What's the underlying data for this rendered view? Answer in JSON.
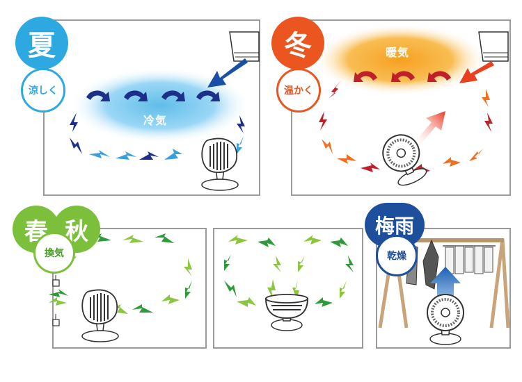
{
  "colors": {
    "summer": "#2ea8e0",
    "winter": "#ea5520",
    "spring": "#7cbf3a",
    "rainy": "#1d4f9c",
    "cool_glow": "#8fd2f4",
    "warm_glow": "#f7a823",
    "cool_arrow_dark": "#1e2f8a",
    "cool_arrow_light": "#3aa0dc",
    "warm_arrow_dark": "#c0202a",
    "warm_arrow_light": "#f07020",
    "green_dark": "#2f9a3a",
    "green_light": "#8cc63f"
  },
  "summer": {
    "season": "夏",
    "sub": "涼しく",
    "air": "冷気"
  },
  "winter": {
    "season": "冬",
    "sub": "温かく",
    "air": "暖気"
  },
  "spring_autumn": {
    "season1": "春",
    "season2": "秋",
    "sub": "換気"
  },
  "rainy": {
    "season": "梅雨",
    "sub": "乾燥"
  },
  "icons": [
    "air-conditioner-icon",
    "circulator-fan-icon",
    "window-icon",
    "clothes-rack-icon"
  ]
}
